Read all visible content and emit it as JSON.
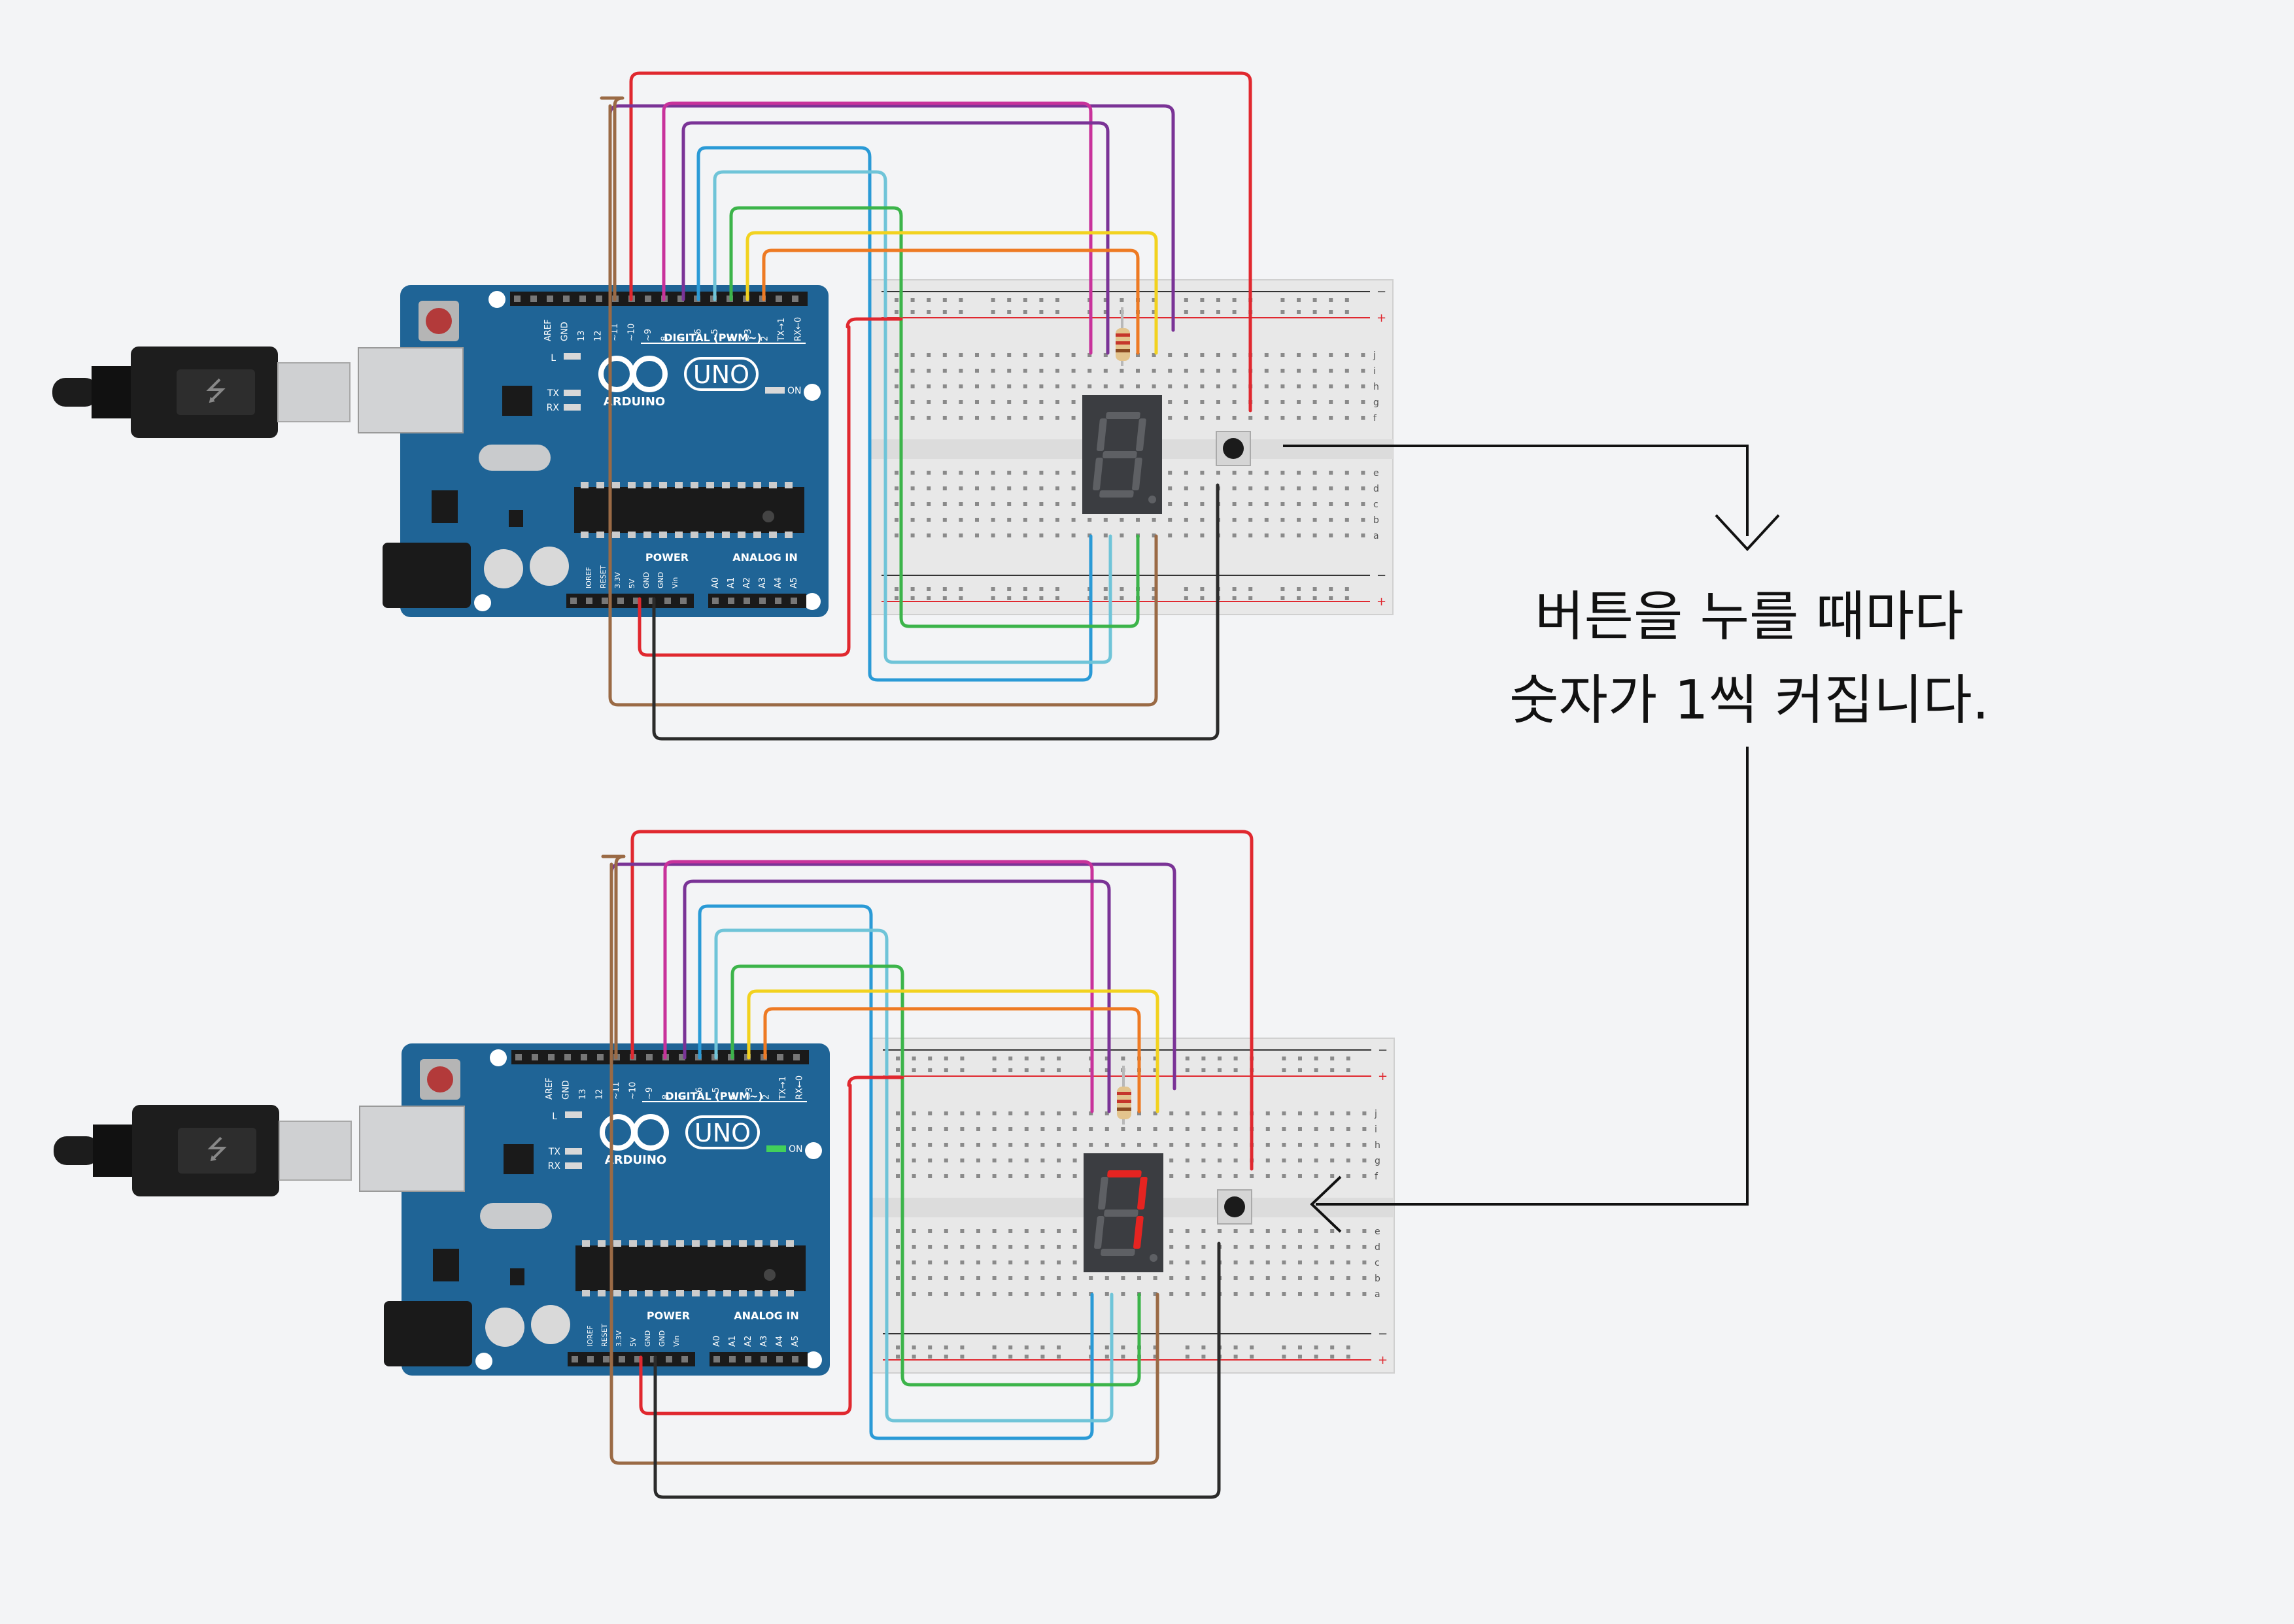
{
  "caption": {
    "line1": "버튼을 누를 때마다",
    "line2": "숫자가 1씩 커집니다."
  },
  "arduino": {
    "brand": "ARDUINO",
    "model": "UNO",
    "digital_label": "DIGITAL (PWM~)",
    "power_label": "POWER",
    "analog_label": "ANALOG IN",
    "on_label": "ON",
    "l_label": "L",
    "tx_label": "TX",
    "rx_label": "RX",
    "digital_pins": [
      "AREF",
      "GND",
      "13",
      "12",
      "~11",
      "~10",
      "~9",
      "8",
      "7",
      "~6",
      "~5",
      "4",
      "~3",
      "2",
      "TX→1",
      "RX←0"
    ],
    "power_pins": [
      "IOREF",
      "RESET",
      "3.3V",
      "5V",
      "GND",
      "GND",
      "Vin"
    ],
    "analog_pins": [
      "A0",
      "A1",
      "A2",
      "A3",
      "A4",
      "A5"
    ]
  },
  "breadboard": {
    "row_letters_top": [
      "j",
      "i",
      "h",
      "g",
      "f"
    ],
    "row_letters_bottom": [
      "e",
      "d",
      "c",
      "b",
      "a"
    ],
    "rail_minus": "−",
    "rail_plus": "+"
  },
  "circuits": [
    {
      "display_digit": "8",
      "display_lit": false,
      "power_led_on": false
    },
    {
      "display_digit": "7",
      "display_lit": true,
      "power_led_on": true
    }
  ],
  "colors": {
    "background": "#f3f4f6",
    "board": "#1f6496",
    "wire_red": "#e0282f",
    "wire_magenta": "#c8329b",
    "wire_purple": "#7a3396",
    "wire_blue": "#2a9ad6",
    "wire_lightblue": "#6fc4d8",
    "wire_green": "#3cb44a",
    "wire_yellow": "#f2d21f",
    "wire_orange": "#ee7a23",
    "wire_brown": "#9a6a45",
    "wire_black": "#2b2b2b",
    "segment_on": "#e52421",
    "segment_off": "#5e6064"
  }
}
